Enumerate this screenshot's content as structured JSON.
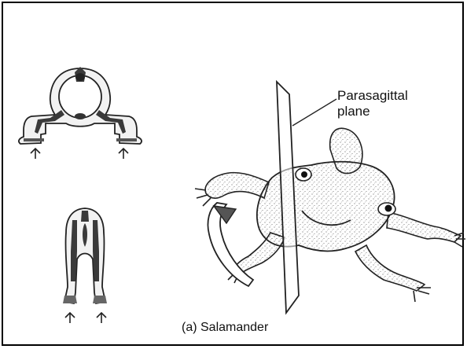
{
  "diagram": {
    "plane_label_lines": [
      "Parasagittal",
      "plane"
    ],
    "caption": "(a) Salamander"
  },
  "colors": {
    "ink": "#111111",
    "bone": "#4a4a4a",
    "limb_fill": "#e9e9e9",
    "outline": "#222222"
  },
  "icons": [
    "up-arrow-icon",
    "rotation-arrow-icon"
  ]
}
